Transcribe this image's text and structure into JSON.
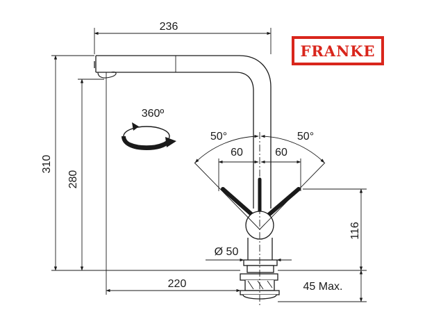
{
  "brand": {
    "name": "FRANKE",
    "color": "#d9261c"
  },
  "dimensions": {
    "spout_reach": "236",
    "total_height": "310",
    "spout_height": "280",
    "rotation": "360º",
    "lever_angle_left": "50°",
    "lever_angle_right": "50°",
    "lever_offset_left": "60",
    "lever_offset_right": "60",
    "lever_height": "116",
    "hole_diameter": "Ø 50",
    "base_reach": "220",
    "max_deck_thickness": "45 Max."
  }
}
